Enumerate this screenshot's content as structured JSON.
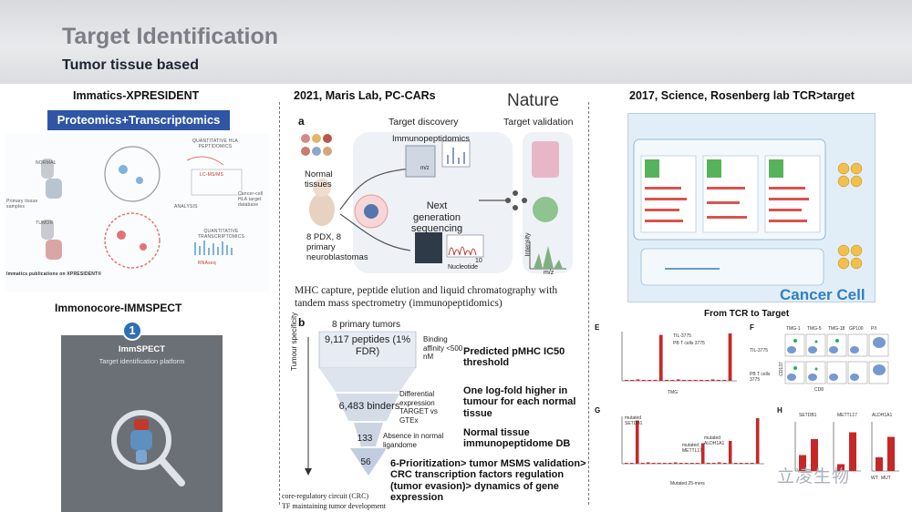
{
  "header": {
    "title": "Target Identification",
    "subtitle": "Tumor tissue based"
  },
  "left": {
    "title": "Immatics-XPRESIDENT",
    "proteomics_label": "Proteomics+Transcriptomics",
    "figure": {
      "normal": "NORMAL",
      "tumor": "TUMOR",
      "quant_hla": "QUANTITATIVE HLA PEPTIDOMICS",
      "lcms": "LC-MS/MS",
      "analysis": "ANALYSIS",
      "primary_tissue": "Primary tissue samples",
      "cancer_targets": "Cancer-cell HLA target database",
      "quant_trans": "QUANTITATIVE TRANSCRIPTOMICS",
      "rnaseq": "RNAseq",
      "pubs": "Immatics publications on XPRESIDENT®"
    },
    "imm_title": "Immonocore-IMMSPECT",
    "imm_badge": "1",
    "imm_box_title": "ImmSPECT",
    "imm_box_sub": "Target identification platform"
  },
  "middle": {
    "title": "2021, Maris Lab, PC-CARs",
    "nature": "Nature",
    "panel_a": "a",
    "target_discovery": "Target discovery",
    "target_validation": "Target validation",
    "immunopeptidomics": "Immunopeptidomics",
    "normal_tissues": "Normal tissues",
    "pdx": "8 PDX, 8 primary neuroblastomas",
    "ngs": "Next generation sequencing",
    "intensity": "Intensity",
    "mz": "m/z",
    "nucleotide": "Nucleotide",
    "ten": "10",
    "caption": "MHC capture, peptide elution and liquid chromatography with tandem mass spectrometry (immunopeptidomics)",
    "panel_b": "b",
    "primary_tumors": "8 primary tumors",
    "funnel": [
      {
        "label": "9,117 peptides (1% FDR)",
        "side": "Binding affinity <500 nM",
        "bold": "Predicted pMHC IC50 threshold"
      },
      {
        "label": "6,483 binders",
        "side": "Differential expression TARGET vs GTEx",
        "bold": "One log-fold higher in tumour for each normal tissue"
      },
      {
        "label": "133",
        "side": "Absence in normal ligandome",
        "bold": "Normal tissue immunopeptidome DB"
      },
      {
        "label": "56",
        "side": "",
        "bold": ""
      }
    ],
    "specificity": "Tumour specificity",
    "prioritization": "6-Prioritization> tumor MSMS validation> CRC transcription factors regulation (tumor evasion)> dynamics of gene expression",
    "footnote1": "core-regulatory circuit (CRC)",
    "footnote2": "TF maintaining tumor development"
  },
  "right": {
    "title": "2017, Science, Rosenberg lab TCR>target",
    "journal": "Cancer Cell",
    "from_tcr": "From TCR to Target",
    "fig": {
      "e": "E",
      "f": "F",
      "g": "G",
      "h": "H",
      "legend_til": "TIL-3775",
      "legend_pbt": "PB T cells 3775",
      "tmg": "TMG",
      "mutated": "Mutated 25-mers",
      "f_cols": [
        "TMG-1",
        "TMG-5",
        "TMG-18",
        "GP100",
        "P/I"
      ],
      "f_rows": [
        "TIL-3775",
        "PB T cells 3775"
      ],
      "cd8": "CD8",
      "cd137": "CD137",
      "h_titles": [
        "SETDB1",
        "METTL17",
        "ALDH1A1"
      ],
      "wt": "WT",
      "mut": "MUT",
      "g_labels": [
        "mutated SETDB1",
        "mutated METTL17",
        "mutated ALDH1A1"
      ]
    },
    "e_values": [
      0.02,
      0.01,
      0.03,
      0.02,
      0.01,
      0.02,
      0.97,
      0.02,
      0.01,
      0.03,
      0.02,
      0.01,
      0.02,
      0.02,
      0.01,
      0.03,
      0.02,
      0.01,
      1.0
    ],
    "g_values": [
      0.02,
      0.01,
      0.95,
      0.02,
      0.03,
      0.01,
      0.02,
      0.01,
      0.02,
      0.03,
      0.01,
      0.02,
      0.02,
      0.01,
      0.45,
      0.02,
      0.01,
      0.03,
      0.02,
      0.5,
      0.02,
      0.01,
      0.02,
      0.01,
      1.0
    ],
    "h_values": [
      [
        0.35,
        0.7
      ],
      [
        0.15,
        0.85
      ],
      [
        0.3,
        0.75
      ]
    ]
  },
  "watermark": "立凌生物",
  "colors": {
    "accent_blue": "#2f55a4",
    "bar_red": "#c62828",
    "cc_blue": "#2f7fc4"
  }
}
